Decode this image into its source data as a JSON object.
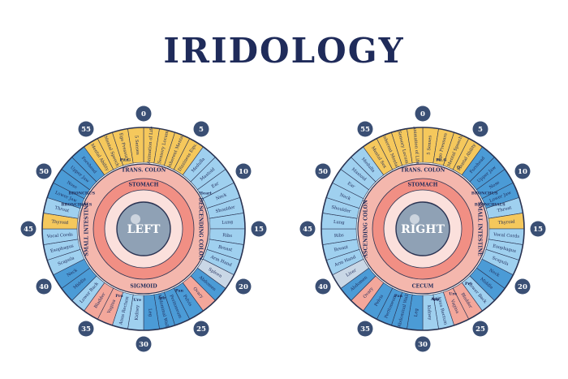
{
  "title": "IRIDOLOGY",
  "colors": {
    "navy": "#1f2b5a",
    "outline": "#2a3352",
    "minute_circle": "#3a4f74",
    "blue": "#4b9bd6",
    "light_blue": "#9fd0ef",
    "yellow": "#f5c85c",
    "salmon": "#f3a79b",
    "teal": "#8bd3cf",
    "gray_blue": "#c9d7e6",
    "pink_ring": "#f4b7ad",
    "inner_ring": "#f18f84",
    "pupil": "#8fa1b5"
  },
  "minute_marks": [
    "0",
    "5",
    "10",
    "15",
    "20",
    "25",
    "30",
    "35",
    "40",
    "45",
    "50",
    "55"
  ],
  "left_iris": {
    "center_label": "LEFT",
    "ring_labels": [
      "STOMACH",
      "TRANS. COLON",
      "DESCENDING COLON",
      "SIGMOID",
      "SMALL INTESTINE"
    ],
    "zones": [
      {
        "label": "Animation of Life",
        "color": "yellow"
      },
      {
        "label": "Sensory Locum",
        "color": "yellow"
      },
      {
        "label": "Inherent Mental",
        "color": "yellow"
      },
      {
        "label": "Dizziness Equ.",
        "color": "yellow"
      },
      {
        "label": "Medulla",
        "color": "light_blue"
      },
      {
        "label": "Mastoid",
        "color": "light_blue"
      },
      {
        "label": "Ear",
        "color": "light_blue"
      },
      {
        "label": "Neck",
        "color": "light_blue"
      },
      {
        "label": "Shoulder",
        "color": "light_blue"
      },
      {
        "label": "Lung",
        "color": "light_blue"
      },
      {
        "label": "Ribs",
        "color": "light_blue"
      },
      {
        "label": "Breast",
        "color": "light_blue"
      },
      {
        "label": "Arm Hand",
        "color": "light_blue"
      },
      {
        "label": "Spleen",
        "color": "gray_blue"
      },
      {
        "label": "Abdomen",
        "color": "blue"
      },
      {
        "label": "Ovary",
        "color": "salmon"
      },
      {
        "label": "Pelvis",
        "color": "blue"
      },
      {
        "label": "Peritoneum",
        "color": "blue"
      },
      {
        "label": "Abdominal Wall",
        "color": "blue"
      },
      {
        "label": "Leg",
        "color": "blue"
      },
      {
        "label": "Kidney",
        "color": "light_blue"
      },
      {
        "label": "Anus Rectum",
        "color": "light_blue"
      },
      {
        "label": "Vagina",
        "color": "salmon"
      },
      {
        "label": "Bladder",
        "color": "salmon"
      },
      {
        "label": "Lower Back",
        "color": "light_blue"
      },
      {
        "label": "Middle",
        "color": "blue"
      },
      {
        "label": "Neck",
        "color": "blue"
      },
      {
        "label": "Scapula",
        "color": "light_blue"
      },
      {
        "label": "Esophagus",
        "color": "light_blue"
      },
      {
        "label": "Vocal Cords",
        "color": "light_blue"
      },
      {
        "label": "Thyroid",
        "color": "yellow"
      },
      {
        "label": "Throat",
        "color": "light_blue"
      },
      {
        "label": "Lower Jaw",
        "color": "blue"
      },
      {
        "label": "Nose",
        "color": "blue"
      },
      {
        "label": "Upper Jaw",
        "color": "blue"
      },
      {
        "label": "Forehead",
        "color": "blue"
      },
      {
        "label": "Mental Ability",
        "color": "yellow"
      },
      {
        "label": "Mental Speech",
        "color": "yellow"
      },
      {
        "label": "Ego Pressure",
        "color": "yellow"
      },
      {
        "label": "5 Senses",
        "color": "yellow"
      }
    ],
    "mid_labels": [
      "BRONCHIALS",
      "BRONCHUS",
      "Heart",
      "Pit.G",
      "Pro",
      "Ure",
      "Adr",
      "Pan"
    ]
  },
  "right_iris": {
    "center_label": "RIGHT",
    "ring_labels": [
      "STOMACH",
      "TRANS. COLON",
      "ASCENDING COLON",
      "CECUM",
      "SMALL INTESTINE"
    ],
    "zones": [
      {
        "label": "5 Senses",
        "color": "yellow"
      },
      {
        "label": "Ego Pressure",
        "color": "yellow"
      },
      {
        "label": "Mental Speech",
        "color": "yellow"
      },
      {
        "label": "Mental Ability",
        "color": "yellow"
      },
      {
        "label": "Forehead",
        "color": "blue"
      },
      {
        "label": "Upper Jaw",
        "color": "blue"
      },
      {
        "label": "Nose",
        "color": "blue"
      },
      {
        "label": "Lower Jaw",
        "color": "blue"
      },
      {
        "label": "Throat",
        "color": "light_blue"
      },
      {
        "label": "Thyroid",
        "color": "yellow"
      },
      {
        "label": "Vocal Cords",
        "color": "light_blue"
      },
      {
        "label": "Esophagus",
        "color": "light_blue"
      },
      {
        "label": "Scapula",
        "color": "light_blue"
      },
      {
        "label": "Neck",
        "color": "blue"
      },
      {
        "label": "Middle",
        "color": "blue"
      },
      {
        "label": "Lower Back",
        "color": "light_blue"
      },
      {
        "label": "Bladder",
        "color": "salmon"
      },
      {
        "label": "Vagina",
        "color": "salmon"
      },
      {
        "label": "Anus Rectum",
        "color": "light_blue"
      },
      {
        "label": "Kidney",
        "color": "light_blue"
      },
      {
        "label": "Leg",
        "color": "blue"
      },
      {
        "label": "Abdominal Wall",
        "color": "blue"
      },
      {
        "label": "Peritoneum",
        "color": "blue"
      },
      {
        "label": "Pelvis",
        "color": "blue"
      },
      {
        "label": "Ovary",
        "color": "salmon"
      },
      {
        "label": "Abdomen",
        "color": "blue"
      },
      {
        "label": "Liver",
        "color": "gray_blue"
      },
      {
        "label": "Arm Hand",
        "color": "light_blue"
      },
      {
        "label": "Breast",
        "color": "light_blue"
      },
      {
        "label": "Ribs",
        "color": "light_blue"
      },
      {
        "label": "Lung",
        "color": "light_blue"
      },
      {
        "label": "Shoulder",
        "color": "light_blue"
      },
      {
        "label": "Neck",
        "color": "light_blue"
      },
      {
        "label": "Ear",
        "color": "light_blue"
      },
      {
        "label": "Mastoid",
        "color": "light_blue"
      },
      {
        "label": "Medulla",
        "color": "light_blue"
      },
      {
        "label": "Mental Sex",
        "color": "yellow"
      },
      {
        "label": "Inherent Mental",
        "color": "yellow"
      },
      {
        "label": "Sensory Locum",
        "color": "yellow"
      },
      {
        "label": "Animation of Life",
        "color": "yellow"
      }
    ],
    "mid_labels": [
      "BRONCHIALS",
      "BRONCHUS",
      "Pit.G",
      "G",
      "Pan",
      "App",
      "Ure",
      "Pro",
      "Adr"
    ]
  }
}
